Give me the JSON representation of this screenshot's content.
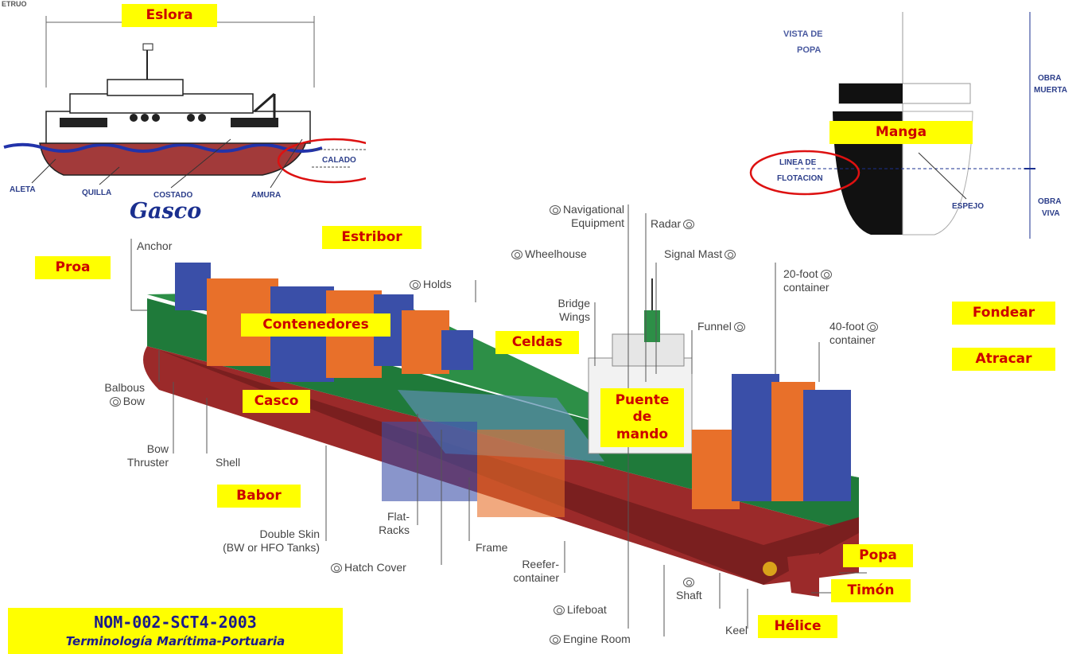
{
  "top_left_diagram": {
    "corner_text": "ETRUO",
    "eslora_label": "Eslora",
    "calado": "CALADO",
    "aleta": "ALETA",
    "quilla": "QUILLA",
    "costado": "COSTADO",
    "amura": "AMURA",
    "logo": "Gasco"
  },
  "stern_view": {
    "title_line1": "VISTA DE",
    "title_line2": "POPA",
    "manga_label": "Manga",
    "linea_line1": "LINEA DE",
    "linea_line2": "FLOTACION",
    "espejo": "ESPEJO",
    "obra_muerta_1": "OBRA",
    "obra_muerta_2": "MUERTA",
    "obra_viva_1": "OBRA",
    "obra_viva_2": "VIVA"
  },
  "spanish_labels": {
    "estribor": "Estribor",
    "proa": "Proa",
    "contenedores": "Contenedores",
    "celdas": "Celdas",
    "casco": "Casco",
    "puente_1": "Puente",
    "puente_2": "de",
    "puente_3": "mando",
    "babor": "Babor",
    "fondear": "Fondear",
    "atracar": "Atracar",
    "popa": "Popa",
    "timon": "Timón",
    "helice": "Hélice"
  },
  "english_labels": {
    "anchor": "Anchor",
    "holds": "Holds",
    "nav_1": "Navigational",
    "nav_2": "Equipment",
    "radar": "Radar",
    "wheelhouse": "Wheelhouse",
    "signal_mast": "Signal Mast",
    "container20_1": "20-foot",
    "container20_2": "container",
    "bridge_1": "Bridge",
    "bridge_2": "Wings",
    "funnel": "Funnel",
    "container40_1": "40-foot",
    "container40_2": "container",
    "balbous_1": "Balbous",
    "balbous_2": "Bow",
    "bow_thruster_1": "Bow",
    "bow_thruster_2": "Thruster",
    "shell": "Shell",
    "flat_1": "Flat-",
    "flat_2": "Racks",
    "double_1": "Double Skin",
    "double_2": "(BW or HFO Tanks)",
    "frame": "Frame",
    "reefer_1": "Reefer-",
    "reefer_2": "container",
    "hatch": "Hatch Cover",
    "lifeboat": "Lifeboat",
    "shaft": "Shaft",
    "engine": "Engine Room",
    "keel": "Keel"
  },
  "footer": {
    "title": "NOM-002-SCT4-2003",
    "subtitle": "Terminología Marítima-Portuaria"
  },
  "colors": {
    "label_bg": "#ffff00",
    "label_text": "#cc0000",
    "hull_red": "#9b2a2a",
    "deck_green": "#1f7a3a"
  }
}
